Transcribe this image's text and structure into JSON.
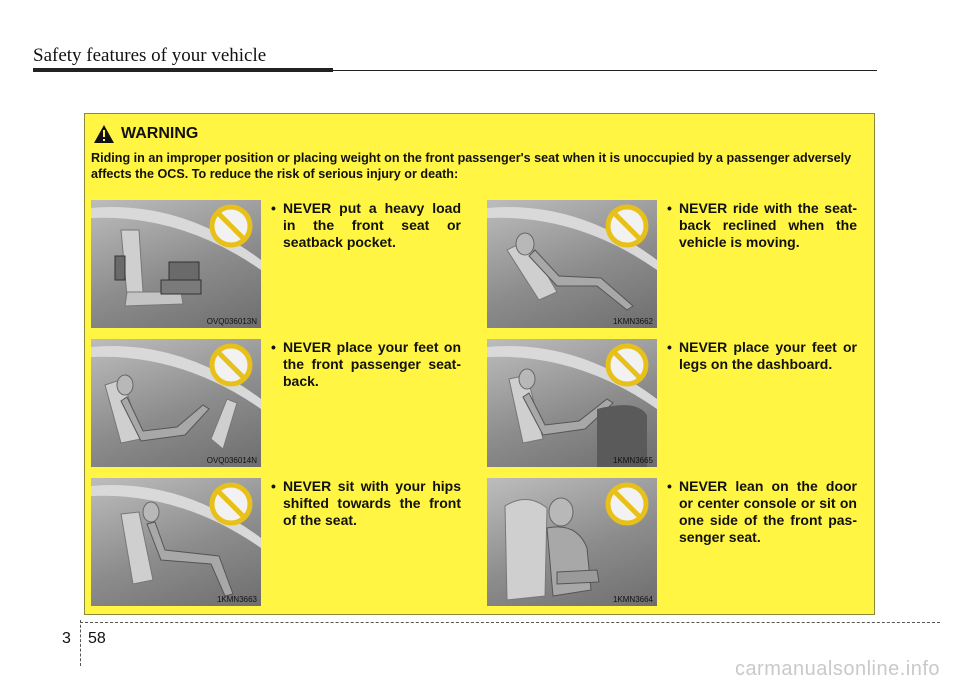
{
  "header": {
    "title": "Safety features of your vehicle"
  },
  "warning": {
    "title": "WARNING",
    "intro": "Riding in an improper position or placing weight on the front passenger's seat when it is unoccupied by a passenger adversely affects the OCS. To reduce the risk of serious injury or death:"
  },
  "items": [
    {
      "code": "OVQ036013N",
      "text": "NEVER put a heavy load in the front seat or seatback pocket."
    },
    {
      "code": "1KMN3662",
      "text": "NEVER ride with the seat-back reclined when the vehicle is moving."
    },
    {
      "code": "OVQ036014N",
      "text": "NEVER place your feet on the front passenger seat-back."
    },
    {
      "code": "1KMN3665",
      "text": "NEVER place your feet or legs on the dashboard."
    },
    {
      "code": "1KMN3663",
      "text": "NEVER sit with your hips shifted towards the front of the seat."
    },
    {
      "code": "1KMN3664",
      "text": "NEVER lean on the door or center console or sit on one side of the front pas-senger seat."
    }
  ],
  "footer": {
    "section": "3",
    "page": "58",
    "watermark": "carmanualsonline.info"
  },
  "colors": {
    "panel": "#fff542",
    "no_sign": "#e8c01a",
    "image_gray": "#9a9a9a"
  }
}
